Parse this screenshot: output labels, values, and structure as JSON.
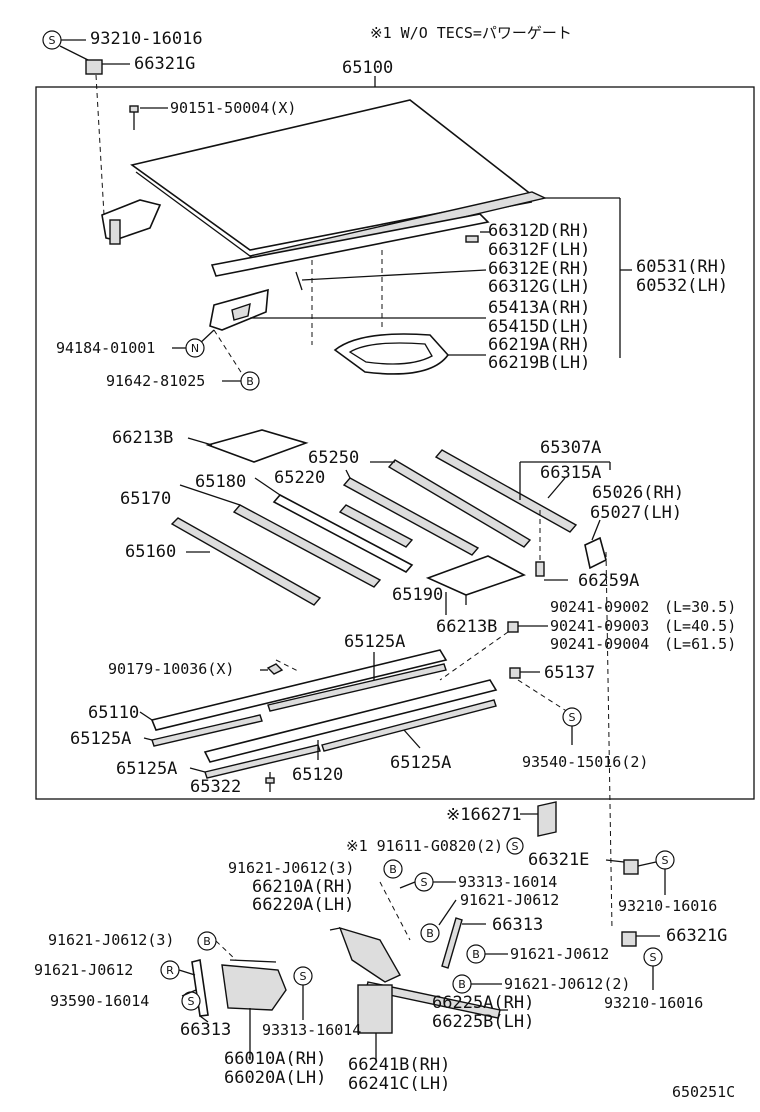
{
  "note": "※1 W/O TECS=パワーゲート",
  "diagram_code": "650251C",
  "symbols": {
    "s": "S",
    "n": "N",
    "b": "B",
    "r": "R"
  },
  "labels": {
    "p93210_16016_top": "93210-16016",
    "p66321G_top": "66321G",
    "p65100": "65100",
    "p90151": "90151-50004(X)",
    "p66312D": "66312D(RH)",
    "p66312F": "66312F(LH)",
    "p66312E": "66312E(RH)",
    "p66312G": "66312G(LH)",
    "p60531": "60531(RH)",
    "p60532": "60532(LH)",
    "p65413A": "65413A(RH)",
    "p65415D": "65415D(LH)",
    "p66219A": "66219A(RH)",
    "p66219B": "66219B(LH)",
    "p94184": "94184-01001",
    "p91642": "91642-81025",
    "p66213B_a": "66213B",
    "p65250": "65250",
    "p65307A": "65307A",
    "p66315A": "66315A",
    "p65180": "65180",
    "p65220": "65220",
    "p65026": "65026(RH)",
    "p65027": "65027(LH)",
    "p65170": "65170",
    "p65160": "65160",
    "p66259A": "66259A",
    "p65190": "65190",
    "p90241_09002": "90241-09002",
    "p90241_09003": "90241-09003",
    "p90241_09004": "90241-09004",
    "p66213B_b": "66213B",
    "len1": "(L=30.5)",
    "len2": "(L=40.5)",
    "len3": "(L=61.5)",
    "p65125A_a": "65125A",
    "p90179": "90179-10036(X)",
    "p65137": "65137",
    "p65110": "65110",
    "p65125A_b": "65125A",
    "p65125A_c": "65125A",
    "p65125A_d": "65125A",
    "p65322": "65322",
    "p65120": "65120",
    "p93540": "93540-15016(2)",
    "p66271": "※166271",
    "p91611": "※1 91611-G0820(2)",
    "p91621_a": "91621-J0612(3)",
    "p66210A": "66210A(RH)",
    "p66220A": "66220A(LH)",
    "p93313_a": "93313-16014",
    "p91621_b": "91621-J0612",
    "p66321E": "66321E",
    "p93210_16016_b": "93210-16016",
    "p66313_a": "66313",
    "p91621_c": "91621-J0612(3)",
    "p91621_d": "91621-J0612",
    "p66321G_b": "66321G",
    "p91621_e": "91621-J0612",
    "p91621_f": "91621-J0612(2)",
    "p93210_16016_c": "93210-16016",
    "p93590": "93590-16014",
    "p66225A": "66225A(RH)",
    "p66225B": "66225B(LH)",
    "p66313_b": "66313",
    "p93313_b": "93313-16014",
    "p66010A": "66010A(RH)",
    "p66020A": "66020A(LH)",
    "p66241B": "66241B(RH)",
    "p66241C": "66241C(LH)"
  }
}
